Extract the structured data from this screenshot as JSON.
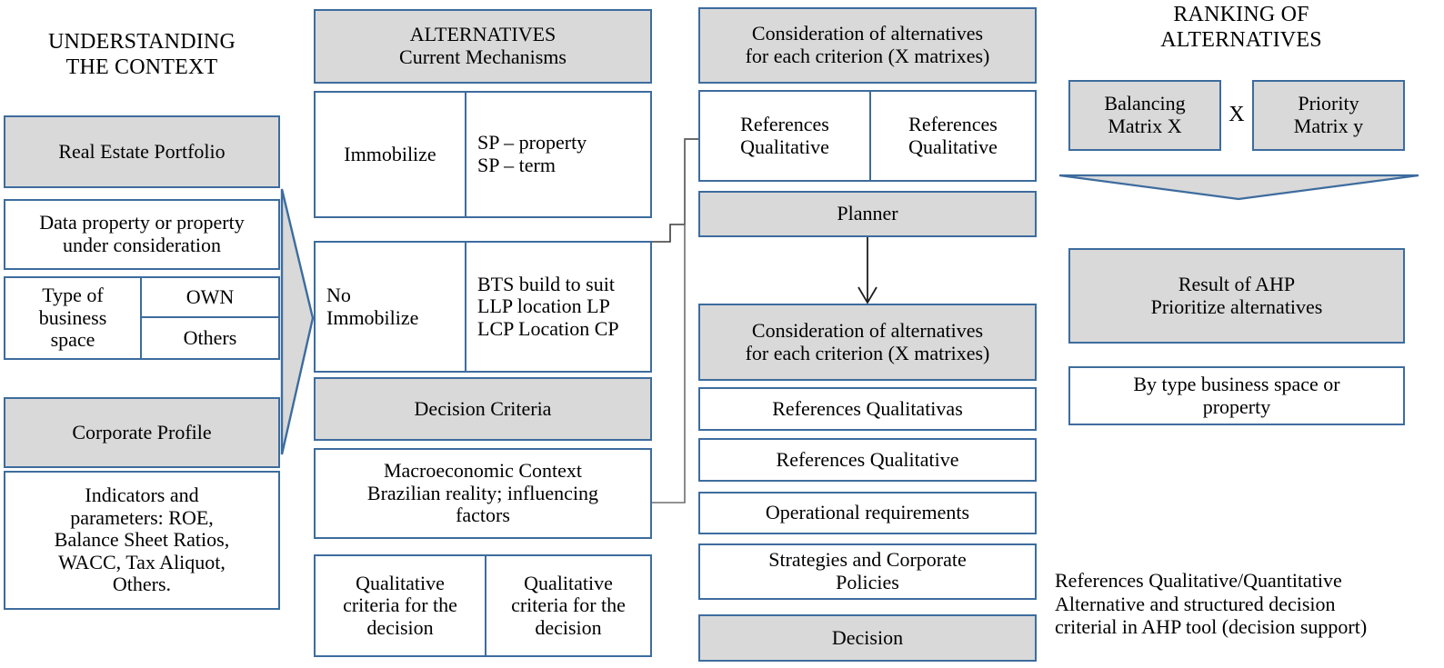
{
  "diagram": {
    "title": "AHP decision support flow for real estate portfolio alternatives",
    "colors": {
      "border": "#3D6C9E",
      "fill_gray": "#D9D9D9",
      "fill_white": "#FFFFFF",
      "connector": "#3A3A3A",
      "text": "#000000"
    }
  },
  "col1": {
    "heading": "UNDERSTANDING\nTHE CONTEXT",
    "boxes": {
      "real_estate_portfolio": "Real Estate Portfolio",
      "data_property": "Data property or property\nunder consideration",
      "type_of_business_space": "Type of\nbusiness\nspace",
      "own": "OWN",
      "others": "Others",
      "corporate_profile": "Corporate Profile",
      "indicators": "Indicators and\nparameters: ROE,\nBalance Sheet Ratios,\nWACC, Tax Aliquot,\nOthers."
    }
  },
  "col2": {
    "boxes": {
      "alternatives_header": "ALTERNATIVES\nCurrent Mechanisms",
      "immobilize": "Immobilize",
      "immobilize_items": "SP – property\nSP – term",
      "no_immobilize": "No\nImmobilize",
      "no_immobilize_items": "BTS build to suit\nLLP location LP\nLCP Location CP",
      "decision_criteria": "Decision Criteria",
      "macroeconomic": "Macroeconomic Context\nBrazilian reality; influencing\nfactors",
      "qualitative_left": "Qualitative\ncriteria  for the\ndecision",
      "qualitative_right": "Qualitative\ncriteria  for the\ndecision"
    }
  },
  "col3": {
    "boxes": {
      "consideration_top": "Consideration of alternatives\nfor each criterion (X matrixes)",
      "references_qualitative_left": "References\nQualitative",
      "references_qualitative_right": "References\nQualitative",
      "planner": "Planner",
      "consideration_bottom": "Consideration of alternatives\nfor each criterion (X matrixes)",
      "references_qualitativas": "References Qualitativas",
      "references_qualitative": "References Qualitative",
      "operational_requirements": "Operational requirements",
      "strategies_policies": "Strategies and Corporate\nPolicies",
      "decision": "Decision"
    }
  },
  "col4": {
    "heading": "RANKING OF\nALTERNATIVES",
    "boxes": {
      "balancing_matrix": "Balancing\nMatrix X",
      "multiply_symbol": "X",
      "priority_matrix": "Priority\nMatrix y",
      "result_of_ahp": "Result of AHP\nPrioritize  alternatives",
      "by_type": "By type business space or\nproperty"
    },
    "footnote": "References Qualitative/Quantitative\nAlternative  and structured decision\ncriterial  in AHP tool (decision support)"
  }
}
